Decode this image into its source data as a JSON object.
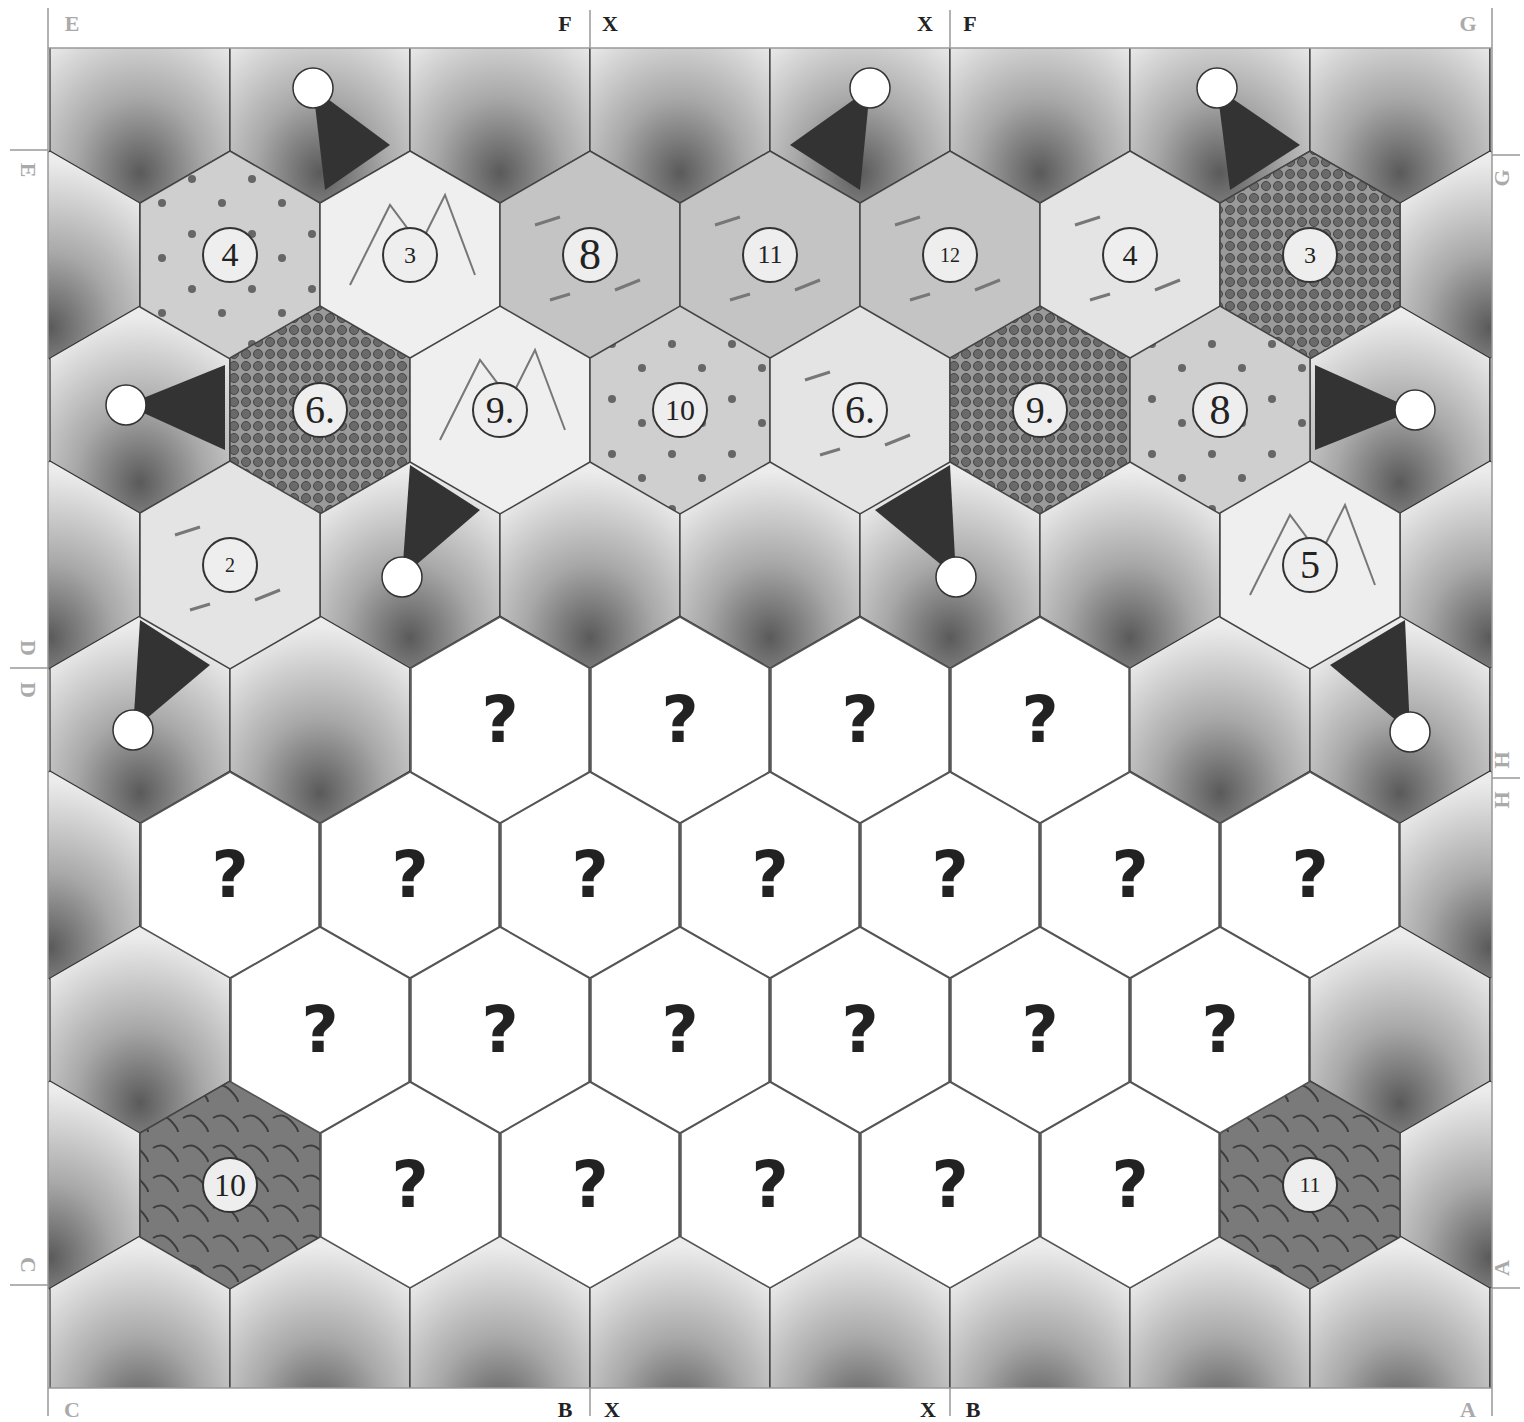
{
  "diagram": {
    "nodes": [
      {
        "text": [
          "4"
        ]
      },
      {
        "text": [
          "3"
        ]
      },
      {
        "text": [
          "8"
        ]
      },
      {
        "text": [
          "11"
        ]
      },
      {
        "text": [
          "12"
        ]
      },
      {
        "text": [
          "4"
        ]
      },
      {
        "text": [
          "3"
        ]
      },
      {
        "text": [
          "6."
        ]
      },
      {
        "text": [
          "9."
        ]
      },
      {
        "text": [
          "10"
        ]
      },
      {
        "text": [
          "6."
        ]
      },
      {
        "text": [
          "9."
        ]
      },
      {
        "text": [
          "8"
        ]
      },
      {
        "text": [
          "2"
        ]
      },
      {
        "text": [
          "5"
        ]
      },
      {
        "text": [
          "?"
        ]
      },
      {
        "text": [
          "?"
        ]
      },
      {
        "text": [
          "?"
        ]
      },
      {
        "text": [
          "?"
        ]
      },
      {
        "text": [
          "?"
        ]
      },
      {
        "text": [
          "?"
        ]
      },
      {
        "text": [
          "?"
        ]
      },
      {
        "text": [
          "?"
        ]
      },
      {
        "text": [
          "?"
        ]
      },
      {
        "text": [
          "?"
        ]
      },
      {
        "text": [
          "?"
        ]
      },
      {
        "text": [
          "?"
        ]
      },
      {
        "text": [
          "?"
        ]
      },
      {
        "text": [
          "?"
        ]
      },
      {
        "text": [
          "?"
        ]
      },
      {
        "text": [
          "?"
        ]
      },
      {
        "text": [
          "?"
        ]
      },
      {
        "text": [
          "10"
        ]
      },
      {
        "text": [
          "?"
        ]
      },
      {
        "text": [
          "?"
        ]
      },
      {
        "text": [
          "?"
        ]
      },
      {
        "text": [
          "?"
        ]
      },
      {
        "text": [
          "?"
        ]
      },
      {
        "text": [
          "11"
        ]
      }
    ],
    "labels": [
      "E",
      "F",
      "X",
      "X",
      "F",
      "G",
      "E",
      "D",
      "D",
      "C",
      "G",
      "H",
      "H",
      "A",
      "C",
      "B",
      "X",
      "X",
      "B",
      "A"
    ]
  }
}
